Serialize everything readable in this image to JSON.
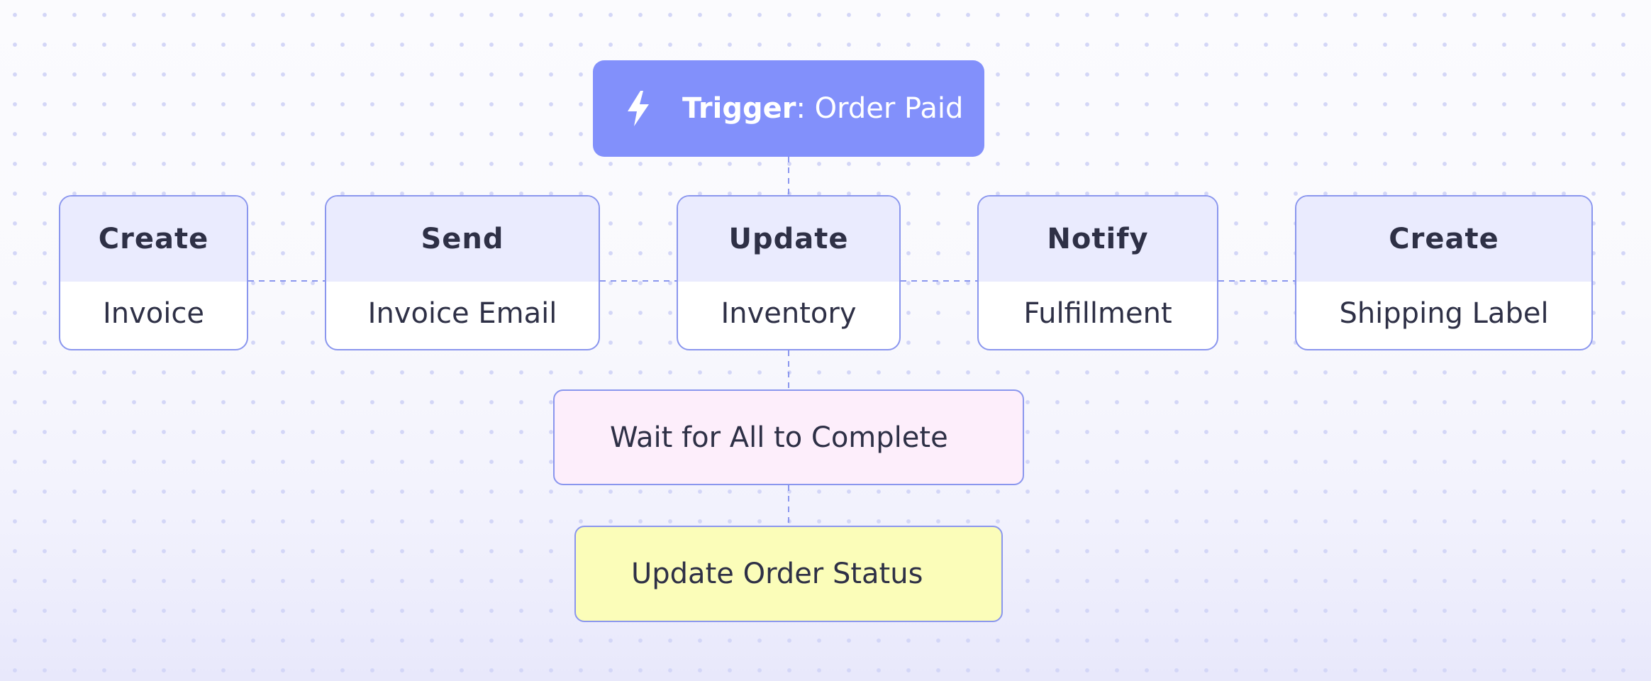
{
  "trigger": {
    "keyword": "Trigger",
    "separator": ":",
    "event": "Order Paid",
    "icon": "lightning-bolt-icon",
    "color": "#8290fb"
  },
  "steps": [
    {
      "title": "Create",
      "detail": "Invoice"
    },
    {
      "title": "Send",
      "detail": "Invoice Email"
    },
    {
      "title": "Update",
      "detail": "Inventory"
    },
    {
      "title": "Notify",
      "detail": "Fulfillment"
    },
    {
      "title": "Create",
      "detail": "Shipping Label"
    }
  ],
  "join": {
    "label": "Wait for All to Complete",
    "color": "#fdeefb"
  },
  "final": {
    "label": "Update Order Status",
    "color": "#fbfdb9"
  },
  "colors": {
    "border": "#8a96ee",
    "step_header": "#eaebfe",
    "connector": "#8a96ee",
    "text": "#2e3046"
  }
}
